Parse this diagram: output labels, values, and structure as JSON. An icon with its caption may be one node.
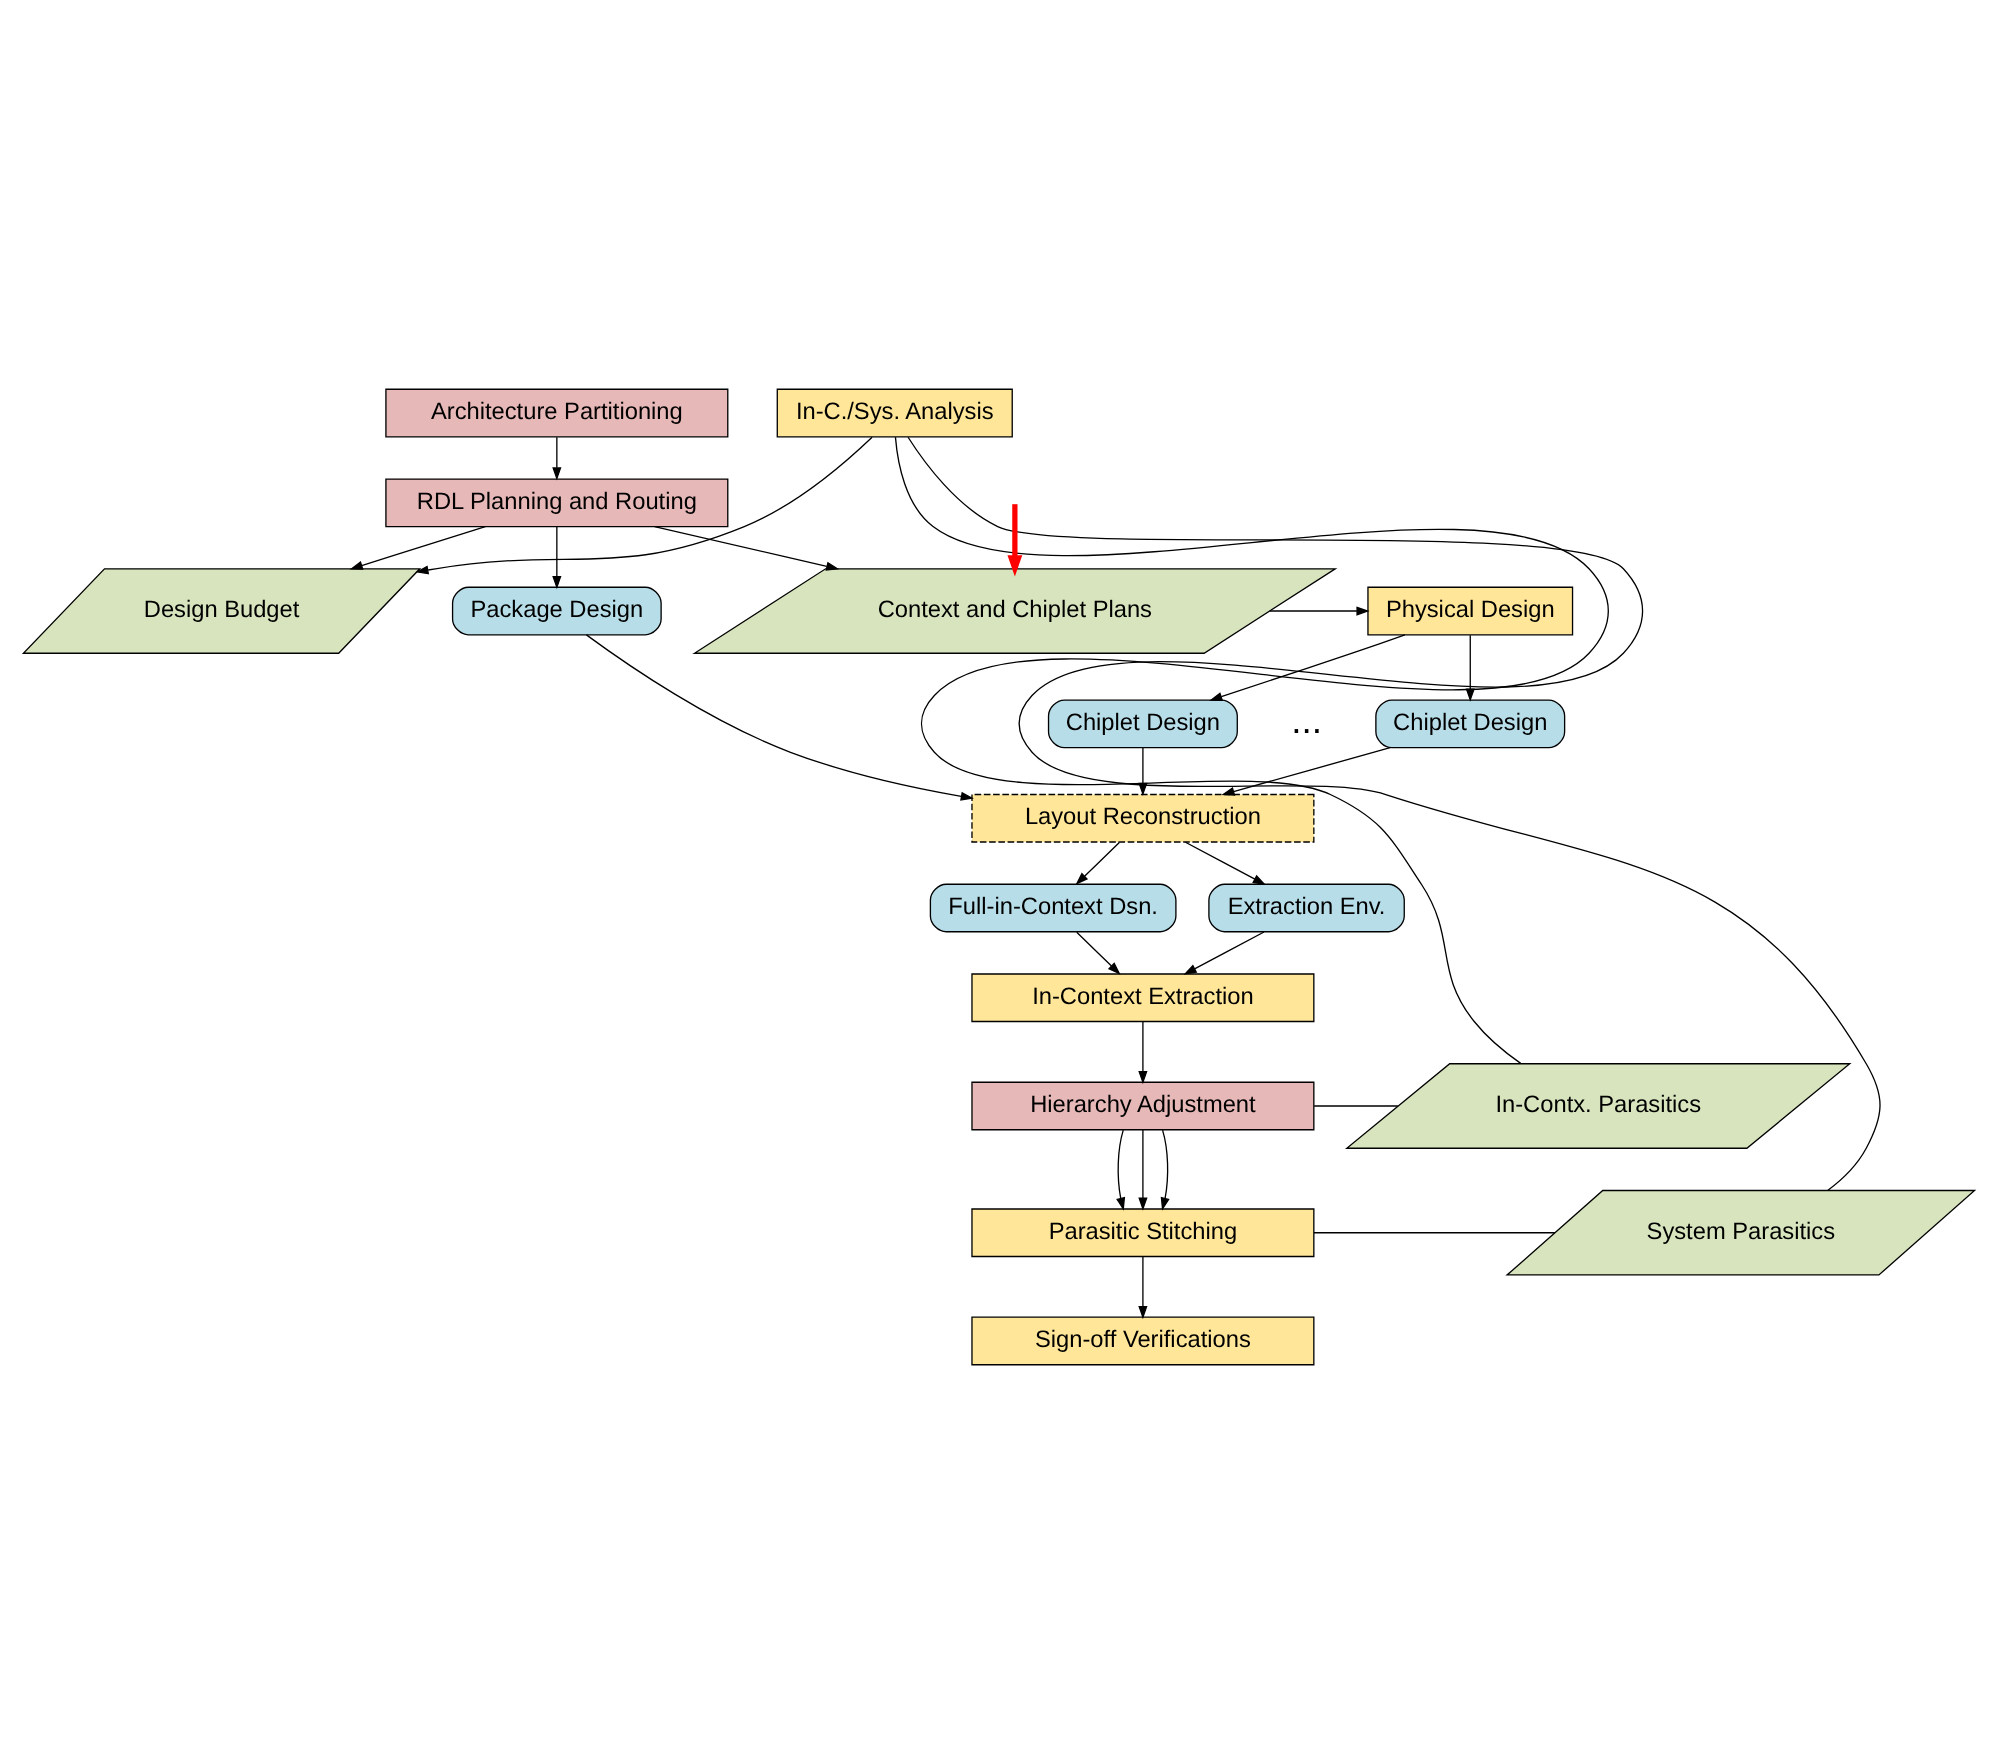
{
  "diagram": {
    "nodes": [
      {
        "text": [
          "Architecture Partitioning"
        ]
      },
      {
        "text": [
          "RDL Planning and Routing"
        ]
      },
      {
        "text": [
          "Design Budget"
        ]
      },
      {
        "text": [
          "Context and Chiplet Plans"
        ]
      },
      {
        "text": [
          "Physical Design"
        ]
      },
      {
        "text": [
          "Package Design"
        ]
      },
      {
        "text": [
          "Chiplet Design"
        ]
      },
      {
        "text": [
          "Chiplet Design"
        ]
      },
      {
        "text": [
          "Layout Reconstruction"
        ]
      },
      {
        "text": [
          "Full-in-Context Dsn."
        ]
      },
      {
        "text": [
          "Extraction Env."
        ]
      },
      {
        "text": [
          "In-C./Sys. Analysis"
        ]
      },
      {
        "text": [
          "In-Contx. Parasitics"
        ]
      },
      {
        "text": [
          "In-Context Extraction"
        ]
      },
      {
        "text": [
          "Hierarchy Adjustment"
        ]
      },
      {
        "text": [
          "System Parasitics"
        ]
      },
      {
        "text": [
          "Parasitic Stitching"
        ]
      },
      {
        "text": [
          "Sign-off Verifications"
        ]
      }
    ],
    "edges": [
      {
        "from": 0,
        "to": 1,
        "arrow": "to"
      },
      {
        "from": 1,
        "to": 2,
        "arrow": "to"
      },
      {
        "from": 1,
        "to": 3,
        "arrow": "to"
      },
      {
        "from": 1,
        "to": 5,
        "arrow": "to"
      },
      {
        "from": 3,
        "to": 4,
        "arrow": "to"
      },
      {
        "from": 4,
        "to": 6,
        "arrow": "to"
      },
      {
        "from": 4,
        "to": 7,
        "arrow": "to"
      },
      {
        "from": 6,
        "to": 8,
        "arrow": "to"
      },
      {
        "from": 7,
        "to": 8,
        "arrow": "to"
      },
      {
        "from": 5,
        "to": 8,
        "arrow": "to"
      },
      {
        "from": 8,
        "to": 9,
        "arrow": "to"
      },
      {
        "from": 8,
        "to": 10,
        "arrow": "to"
      },
      {
        "from": 9,
        "to": 13,
        "arrow": "to"
      },
      {
        "from": 10,
        "to": 13,
        "arrow": "to"
      },
      {
        "from": 13,
        "to": 14,
        "arrow": "to"
      },
      {
        "from": 14,
        "to": 16,
        "arrow": "to"
      },
      {
        "from": 14,
        "to": 16,
        "arrow": "to"
      },
      {
        "from": 14,
        "to": 16,
        "arrow": "to"
      },
      {
        "from": 16,
        "to": 17,
        "arrow": "to"
      },
      {
        "from": 14,
        "to": 12,
        "arrow": "none"
      },
      {
        "from": 16,
        "to": 15,
        "arrow": "none"
      },
      {
        "from": 12,
        "to": 11,
        "arrow": "none"
      },
      {
        "from": 15,
        "to": 11,
        "arrow": "none"
      },
      {
        "from": 11,
        "to": 2,
        "arrow": "to"
      },
      {
        "from": null,
        "to": 3,
        "arrow": "to",
        "style": "thick",
        "color": "#ff0000"
      }
    ],
    "labels": [
      "..."
    ]
  }
}
